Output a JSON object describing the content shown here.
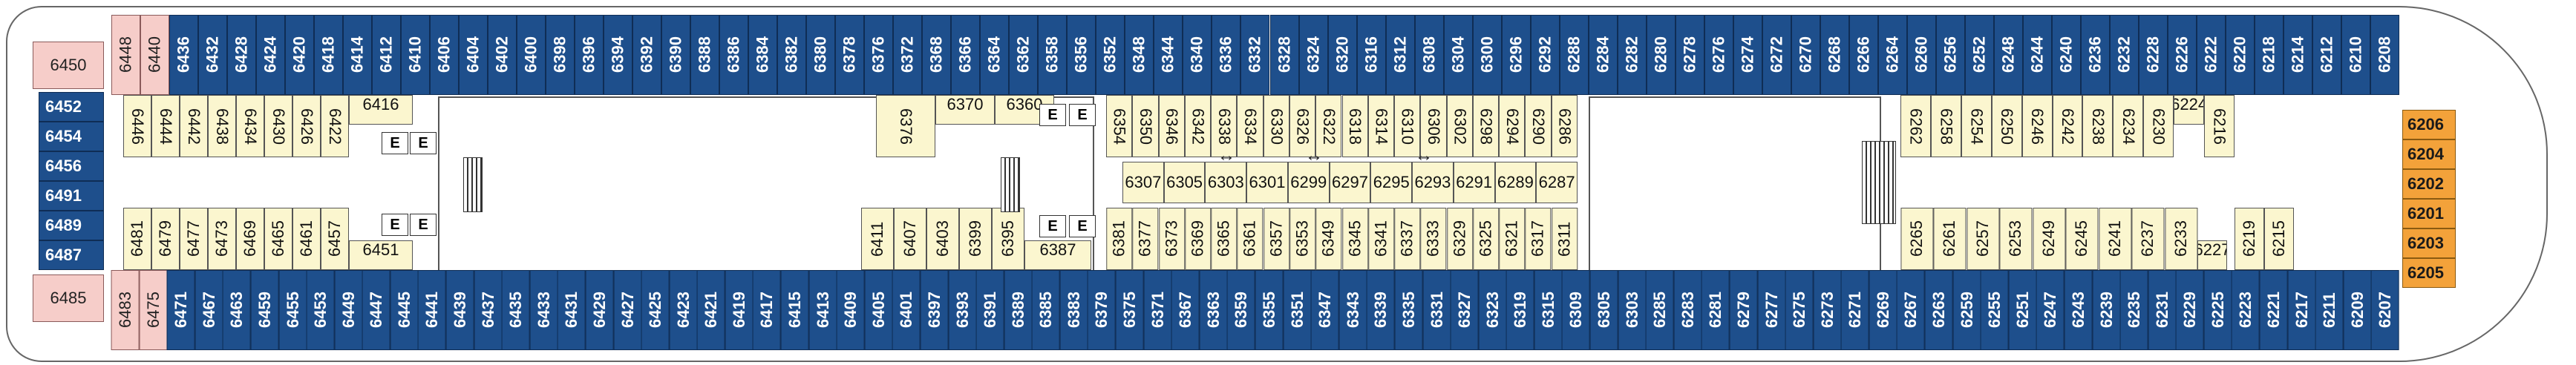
{
  "deck": {
    "rooms_top": [
      {
        "n": "6448",
        "c": "aft"
      },
      {
        "n": "6440",
        "c": "aft"
      },
      {
        "n": "6436"
      },
      {
        "n": "6432"
      },
      {
        "n": "6428"
      },
      {
        "n": "6424"
      },
      {
        "n": "6420"
      },
      {
        "n": "6418"
      },
      {
        "n": "6414"
      },
      {
        "n": "6412"
      },
      {
        "n": "6410"
      },
      {
        "n": "6406"
      },
      {
        "n": "6404"
      },
      {
        "n": "6402"
      },
      {
        "n": "6400"
      },
      {
        "n": "6398"
      },
      {
        "n": "6396"
      },
      {
        "n": "6394"
      },
      {
        "n": "6392"
      },
      {
        "n": "6390"
      },
      {
        "n": "6388"
      },
      {
        "n": "6386"
      },
      {
        "n": "6384"
      },
      {
        "n": "6382"
      },
      {
        "n": "6380"
      },
      {
        "n": "6378"
      },
      {
        "n": "6376"
      },
      {
        "n": "6372"
      },
      {
        "n": "6368"
      },
      {
        "n": "6366"
      },
      {
        "n": "6364"
      },
      {
        "n": "6362"
      },
      {
        "n": "6358"
      },
      {
        "n": "6356"
      },
      {
        "n": "6352"
      },
      {
        "n": "6348"
      },
      {
        "n": "6344"
      },
      {
        "n": "6340"
      },
      {
        "n": "6336"
      },
      {
        "n": "6332"
      },
      {
        "n": "6328"
      },
      {
        "n": "6324"
      },
      {
        "n": "6320"
      },
      {
        "n": "6316"
      },
      {
        "n": "6312"
      },
      {
        "n": "6308"
      },
      {
        "n": "6304"
      },
      {
        "n": "6300"
      },
      {
        "n": "6296"
      },
      {
        "n": "6292"
      },
      {
        "n": "6288"
      },
      {
        "n": "6284"
      },
      {
        "n": "6282"
      },
      {
        "n": "6280"
      },
      {
        "n": "6278"
      },
      {
        "n": "6276"
      },
      {
        "n": "6274"
      },
      {
        "n": "6272"
      },
      {
        "n": "6270"
      },
      {
        "n": "6268"
      },
      {
        "n": "6266"
      },
      {
        "n": "6264"
      },
      {
        "n": "6260"
      },
      {
        "n": "6256"
      },
      {
        "n": "6252"
      },
      {
        "n": "6248"
      },
      {
        "n": "6244"
      },
      {
        "n": "6240"
      },
      {
        "n": "6236"
      },
      {
        "n": "6232"
      },
      {
        "n": "6228"
      },
      {
        "n": "6226"
      },
      {
        "n": "6222"
      },
      {
        "n": "6220"
      },
      {
        "n": "6218"
      },
      {
        "n": "6214"
      },
      {
        "n": "6212"
      },
      {
        "n": "6210"
      },
      {
        "n": "6208"
      }
    ],
    "rooms_bottom": [
      {
        "n": "6483",
        "c": "aft"
      },
      {
        "n": "6475",
        "c": "aft"
      },
      {
        "n": "6471"
      },
      {
        "n": "6467"
      },
      {
        "n": "6463"
      },
      {
        "n": "6459"
      },
      {
        "n": "6455"
      },
      {
        "n": "6453"
      },
      {
        "n": "6449"
      },
      {
        "n": "6447"
      },
      {
        "n": "6445"
      },
      {
        "n": "6441"
      },
      {
        "n": "6439"
      },
      {
        "n": "6437"
      },
      {
        "n": "6435"
      },
      {
        "n": "6433"
      },
      {
        "n": "6431"
      },
      {
        "n": "6429"
      },
      {
        "n": "6427"
      },
      {
        "n": "6425"
      },
      {
        "n": "6423"
      },
      {
        "n": "6421"
      },
      {
        "n": "6419"
      },
      {
        "n": "6417"
      },
      {
        "n": "6415"
      },
      {
        "n": "6413"
      },
      {
        "n": "6409"
      },
      {
        "n": "6405"
      },
      {
        "n": "6401"
      },
      {
        "n": "6397"
      },
      {
        "n": "6393"
      },
      {
        "n": "6391"
      },
      {
        "n": "6389"
      },
      {
        "n": "6385"
      },
      {
        "n": "6383"
      },
      {
        "n": "6379"
      },
      {
        "n": "6375"
      },
      {
        "n": "6371"
      },
      {
        "n": "6367"
      },
      {
        "n": "6363"
      },
      {
        "n": "6359"
      },
      {
        "n": "6355"
      },
      {
        "n": "6351"
      },
      {
        "n": "6347"
      },
      {
        "n": "6343"
      },
      {
        "n": "6339"
      },
      {
        "n": "6335"
      },
      {
        "n": "6331"
      },
      {
        "n": "6327"
      },
      {
        "n": "6323"
      },
      {
        "n": "6319"
      },
      {
        "n": "6315"
      },
      {
        "n": "6309"
      },
      {
        "n": "6305"
      },
      {
        "n": "6303"
      },
      {
        "n": "6285"
      },
      {
        "n": "6283"
      },
      {
        "n": "6281"
      },
      {
        "n": "6279"
      },
      {
        "n": "6277"
      },
      {
        "n": "6275"
      },
      {
        "n": "6273"
      },
      {
        "n": "6271"
      },
      {
        "n": "6269"
      },
      {
        "n": "6267"
      },
      {
        "n": "6263"
      },
      {
        "n": "6259"
      },
      {
        "n": "6255"
      },
      {
        "n": "6251"
      },
      {
        "n": "6247"
      },
      {
        "n": "6243"
      },
      {
        "n": "6239"
      },
      {
        "n": "6235"
      },
      {
        "n": "6231"
      },
      {
        "n": "6229"
      },
      {
        "n": "6225"
      },
      {
        "n": "6223"
      },
      {
        "n": "6221"
      },
      {
        "n": "6217"
      },
      {
        "n": "6211"
      },
      {
        "n": "6209"
      },
      {
        "n": "6207"
      }
    ],
    "interior_top": [
      {
        "n": "6446"
      },
      {
        "n": "6444"
      },
      {
        "n": "6442"
      },
      {
        "n": "6438"
      },
      {
        "n": "6434"
      },
      {
        "n": "6430"
      },
      {
        "n": "6426"
      },
      {
        "n": "6422"
      },
      {
        "n": "6416",
        "w": 1
      },
      {
        "n": "6376"
      },
      {
        "n": "6370",
        "w": 1
      },
      {
        "n": "6360",
        "w": 1
      },
      {
        "n": "6354"
      },
      {
        "n": "6350"
      },
      {
        "n": "6346"
      },
      {
        "n": "6342"
      },
      {
        "n": "6338"
      },
      {
        "n": "6334"
      },
      {
        "n": "6330"
      },
      {
        "n": "6326"
      },
      {
        "n": "6322"
      },
      {
        "n": "6318"
      },
      {
        "n": "6314"
      },
      {
        "n": "6310"
      },
      {
        "n": "6306"
      },
      {
        "n": "6302"
      },
      {
        "n": "6298"
      },
      {
        "n": "6294"
      },
      {
        "n": "6290"
      },
      {
        "n": "6286"
      },
      {
        "n": "6262"
      },
      {
        "n": "6258"
      },
      {
        "n": "6254"
      },
      {
        "n": "6250"
      },
      {
        "n": "6246"
      },
      {
        "n": "6242"
      },
      {
        "n": "6238"
      },
      {
        "n": "6234"
      },
      {
        "n": "6230"
      },
      {
        "n": "6224",
        "w": 1
      },
      {
        "n": "6216"
      }
    ],
    "interior_bottom": [
      {
        "n": "6481"
      },
      {
        "n": "6479"
      },
      {
        "n": "6477"
      },
      {
        "n": "6473"
      },
      {
        "n": "6469"
      },
      {
        "n": "6465"
      },
      {
        "n": "6461"
      },
      {
        "n": "6457"
      },
      {
        "n": "6451",
        "w": 1
      },
      {
        "n": "6411"
      },
      {
        "n": "6407"
      },
      {
        "n": "6403"
      },
      {
        "n": "6399"
      },
      {
        "n": "6395"
      },
      {
        "n": "6387",
        "w": 1
      },
      {
        "n": "6381"
      },
      {
        "n": "6377"
      },
      {
        "n": "6373"
      },
      {
        "n": "6369"
      },
      {
        "n": "6365"
      },
      {
        "n": "6361"
      },
      {
        "n": "6357"
      },
      {
        "n": "6353"
      },
      {
        "n": "6349"
      },
      {
        "n": "6345"
      },
      {
        "n": "6341"
      },
      {
        "n": "6337"
      },
      {
        "n": "6333"
      },
      {
        "n": "6329"
      },
      {
        "n": "6325"
      },
      {
        "n": "6321"
      },
      {
        "n": "6317"
      },
      {
        "n": "6311"
      },
      {
        "n": "6265"
      },
      {
        "n": "6261"
      },
      {
        "n": "6257"
      },
      {
        "n": "6253"
      },
      {
        "n": "6249"
      },
      {
        "n": "6245"
      },
      {
        "n": "6241"
      },
      {
        "n": "6237"
      },
      {
        "n": "6233"
      },
      {
        "n": "6227",
        "w": 1
      },
      {
        "n": "6219"
      },
      {
        "n": "6215"
      }
    ],
    "center_row_top": [
      "6307",
      "6305",
      "6303",
      "6301",
      "6299",
      "6297",
      "6295",
      "6293",
      "6291",
      "6289",
      "6287"
    ],
    "left_cabins": [
      "6450",
      "6452",
      "6454",
      "6456",
      "6491",
      "6489",
      "6487",
      "6485"
    ],
    "bow_suites": [
      "6206",
      "6204",
      "6202",
      "6201",
      "6203",
      "6205"
    ],
    "elevator_label": "E",
    "colors": {
      "exterior": "#1e4f8c",
      "interior": "#fbf6cf",
      "suite": "#f3a23a",
      "aft": "#f6cdc9"
    }
  }
}
